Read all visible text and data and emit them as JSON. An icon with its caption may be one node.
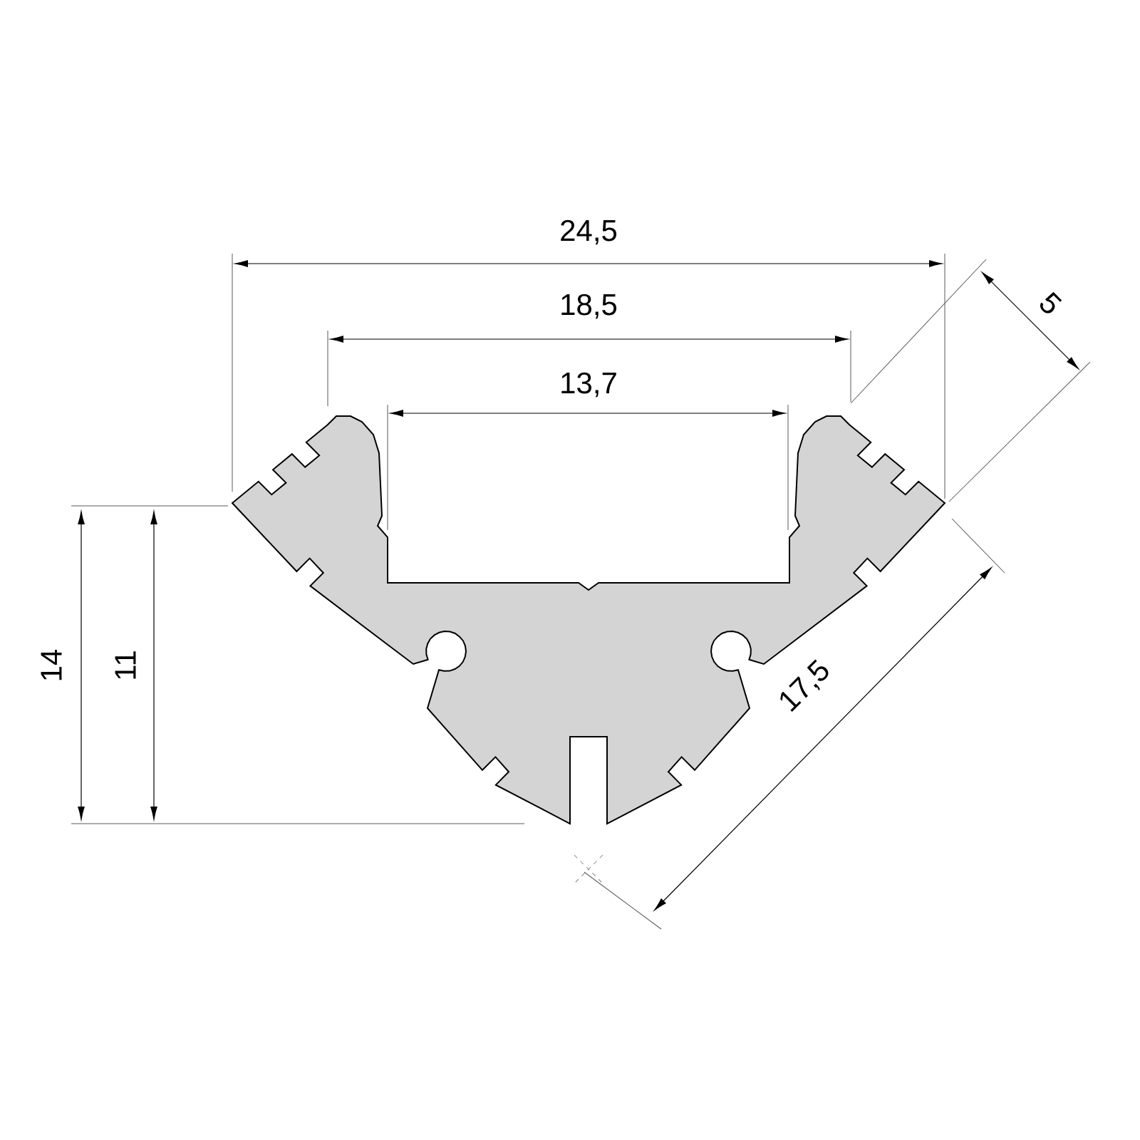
{
  "diagram": {
    "labels": [
      "24,5",
      "18,5",
      "13,7",
      "5",
      "14",
      "11",
      "17,5"
    ]
  }
}
